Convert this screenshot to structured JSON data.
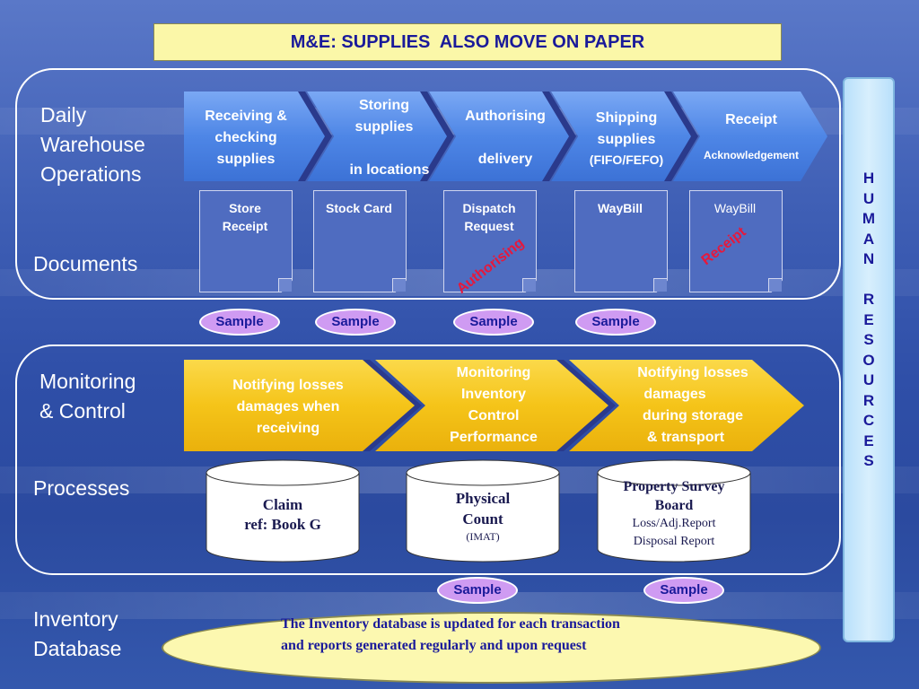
{
  "title": "M&E: SUPPLIES  ALSO MOVE ON PAPER",
  "sections": {
    "daily": [
      "Daily",
      "Warehouse",
      "Operations"
    ],
    "documents": "Documents",
    "monitoring": [
      "Monitoring",
      "& Control"
    ],
    "processes": "Processes",
    "inventory": [
      "Inventory",
      "Database"
    ]
  },
  "steps": [
    {
      "lines": [
        "Receiving &",
        "checking",
        "supplies"
      ]
    },
    {
      "lines": [
        "Storing",
        "supplies",
        "",
        "in locations"
      ]
    },
    {
      "lines": [
        "Authorising",
        "",
        "delivery"
      ]
    },
    {
      "lines": [
        "Shipping",
        "supplies",
        "(FIFO/FEFO)"
      ]
    },
    {
      "lines": [
        "Receipt",
        "",
        "Acknowledgement"
      ]
    }
  ],
  "documents": [
    {
      "lines": [
        "Store",
        "Receipt"
      ]
    },
    {
      "lines": [
        "Stock Card"
      ]
    },
    {
      "lines": [
        "Dispatch",
        "Request"
      ]
    },
    {
      "lines": [
        "WayBill"
      ]
    },
    {
      "lines": [
        "WayBill"
      ]
    }
  ],
  "stamps": {
    "authorising": "Authorising",
    "receipt": "Receipt"
  },
  "sample_label": "Sample",
  "processes": [
    {
      "lines": [
        "Notifying losses",
        "damages when",
        "receiving"
      ]
    },
    {
      "lines": [
        "Monitoring",
        "Inventory",
        "Control",
        "Performance"
      ]
    },
    {
      "lines": [
        "Notifying losses",
        "damages",
        "during storage",
        "& transport"
      ]
    }
  ],
  "records": [
    {
      "lines": [
        "Claim",
        "ref: Book G"
      ]
    },
    {
      "lines": [
        "Physical",
        "Count",
        "(IMAT)"
      ]
    },
    {
      "lines": [
        "Property Survey",
        "Board",
        "Loss/Adj.Report",
        "Disposal Report"
      ]
    }
  ],
  "database_text": [
    "The Inventory database is updated for each transaction",
    "and reports generated regularly and upon request"
  ],
  "side_label": [
    "H",
    "U",
    "M",
    "A",
    "N",
    "",
    "R",
    "E",
    "S",
    "O",
    "U",
    "R",
    "C",
    "E",
    "S"
  ],
  "colors": {
    "title_bg": "#fbf7a8",
    "title_text": "#1a1a9a",
    "chevron_blue": "#4e86e6",
    "chevron_yellow": "#f5c419",
    "stamp_red": "#e6183c",
    "sample_bg": "#cf9bf2",
    "hr_bg": "#c8e8fc"
  }
}
